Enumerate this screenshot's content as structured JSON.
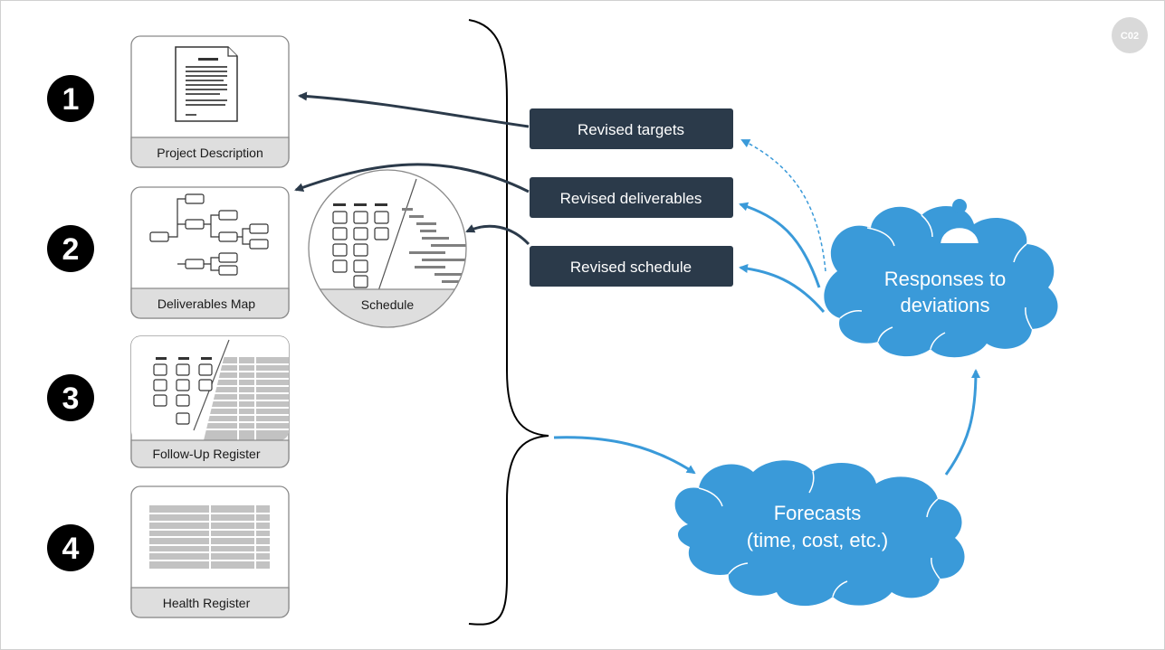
{
  "badge": "C02",
  "steps": [
    "1",
    "2",
    "3",
    "4"
  ],
  "documents": {
    "project_description": "Project Description",
    "deliverables_map": "Deliverables Map",
    "schedule": "Schedule",
    "follow_up_register": "Follow-Up Register",
    "health_register": "Health Register"
  },
  "revisions": {
    "targets": "Revised targets",
    "deliverables": "Revised deliverables",
    "schedule": "Revised schedule"
  },
  "clouds": {
    "responses_line1": "Responses to",
    "responses_line2": "deviations",
    "forecasts_line1": "Forecasts",
    "forecasts_line2": "(time, cost, etc.)"
  },
  "colors": {
    "dark_box": "#2b3a4a",
    "cloud_blue": "#3a9ad9",
    "card_border": "#8a8a8a",
    "label_fill": "#dedede"
  }
}
